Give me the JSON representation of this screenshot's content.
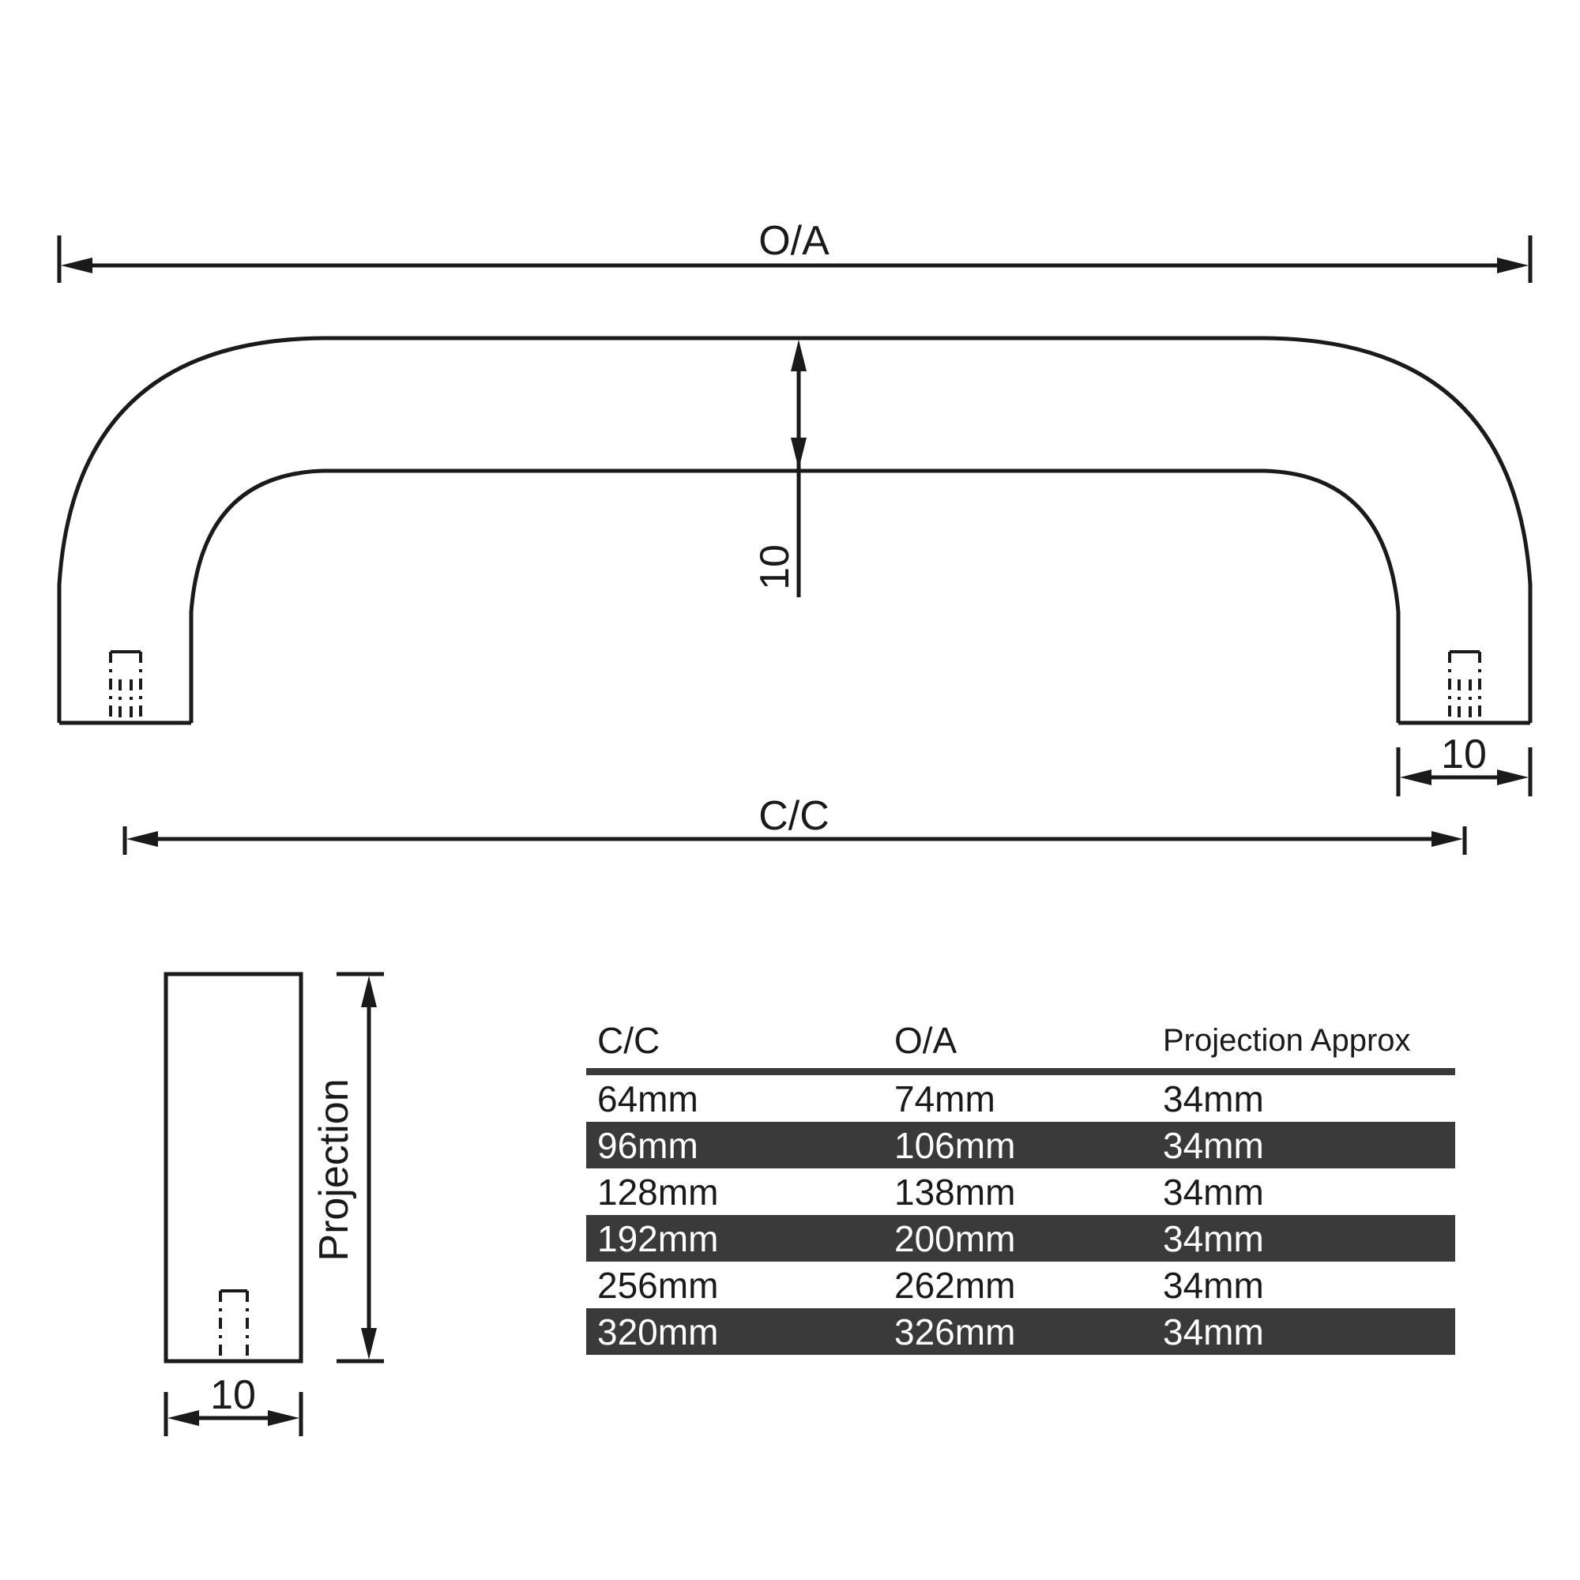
{
  "labels": {
    "overall_length": "O/A",
    "centre_to_centre": "C/C",
    "bar_thickness": "10",
    "leg_width": "10",
    "side_width": "10",
    "projection": "Projection"
  },
  "table": {
    "headers": [
      "C/C",
      "O/A",
      "Projection Approx"
    ],
    "rows": [
      [
        "64mm",
        "74mm",
        "34mm"
      ],
      [
        "96mm",
        "106mm",
        "34mm"
      ],
      [
        "128mm",
        "138mm",
        "34mm"
      ],
      [
        "192mm",
        "200mm",
        "34mm"
      ],
      [
        "256mm",
        "262mm",
        "34mm"
      ],
      [
        "320mm",
        "326mm",
        "34mm"
      ]
    ]
  },
  "colors": {
    "line": "#1a1a1a",
    "row_band": "#3a3a3a",
    "background": "#ffffff"
  }
}
